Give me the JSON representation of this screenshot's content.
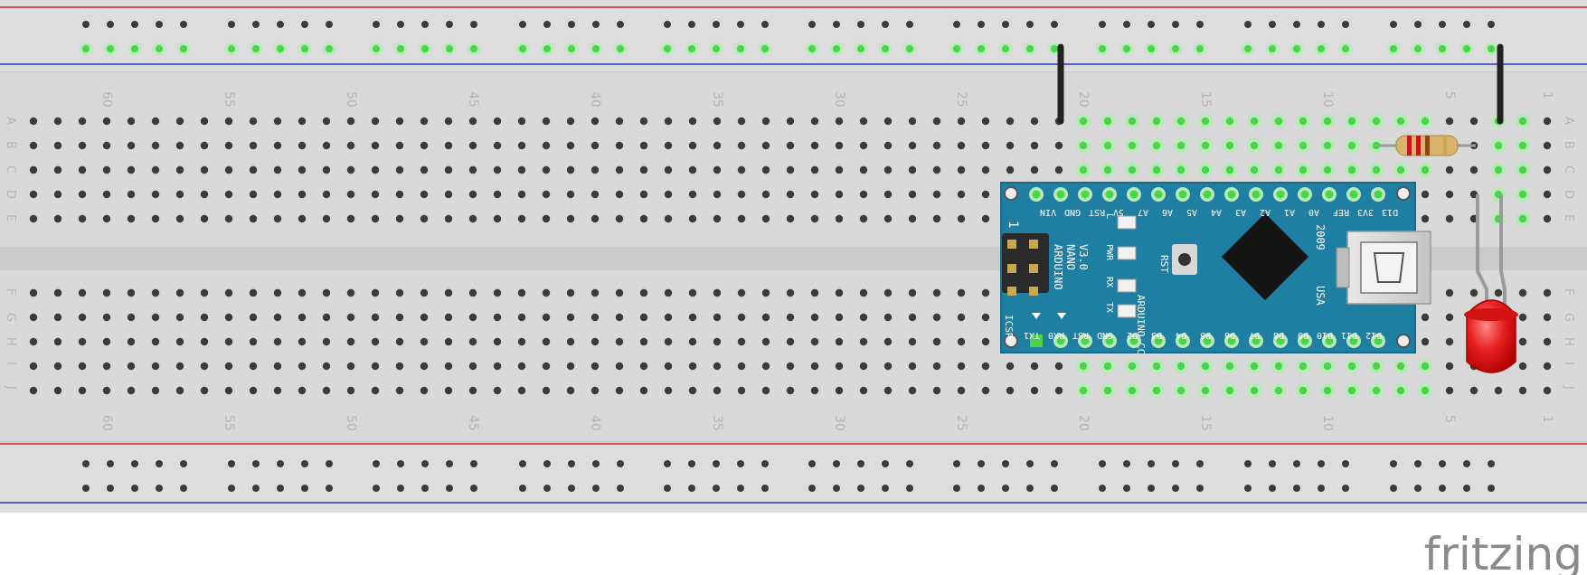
{
  "app": {
    "brand": "fritzing"
  },
  "breadboard": {
    "column_numbers": [
      "60",
      "55",
      "50",
      "45",
      "40",
      "35",
      "30",
      "25",
      "20",
      "15",
      "10",
      "5",
      "1"
    ],
    "row_letters_top": [
      "A",
      "B",
      "C",
      "D",
      "E"
    ],
    "row_letters_bottom": [
      "F",
      "G",
      "H",
      "I",
      "J"
    ]
  },
  "arduino": {
    "name_lines": [
      "ARDUINO",
      "NANO",
      "V3.0"
    ],
    "site": "ARDUINO.CC",
    "year": "2009",
    "country": "USA",
    "icsp_label": "ICSP",
    "icsp_pin1": "1",
    "rst_label": "RST",
    "leds": [
      "L",
      "PWR",
      "RX",
      "TX"
    ],
    "pins_top": [
      "VIN",
      "GND",
      "RST",
      "5V",
      "A7",
      "A6",
      "A5",
      "A4",
      "A3",
      "A2",
      "A1",
      "A0",
      "REF",
      "3V3",
      "D13"
    ],
    "pins_bottom": [
      "TX1",
      "RX0",
      "RST",
      "GND",
      "D2",
      "D3",
      "D4",
      "D5",
      "D6",
      "D7",
      "D8",
      "D9",
      "D10",
      "D11",
      "D12"
    ]
  },
  "colors": {
    "board": "#dcdcdc",
    "rail_red": "#d22a2a",
    "rail_blue": "#2d33b8",
    "hole": "#3b3b3b",
    "hole_active": "#4ad44a",
    "nano": "#1f7fa3",
    "wire": "#232323",
    "led": "#e31818"
  }
}
